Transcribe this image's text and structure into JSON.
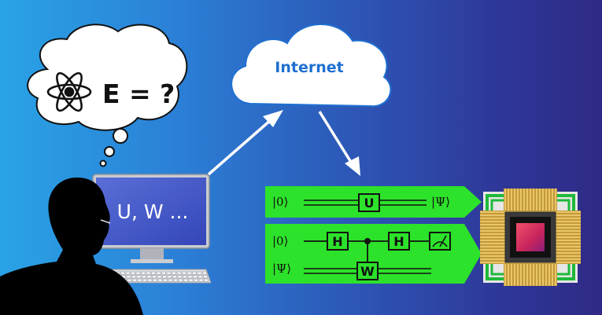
{
  "cloud": {
    "label": "Internet"
  },
  "thought": {
    "icon": "atom-icon",
    "equation": "E = ?"
  },
  "computer": {
    "screen_text": "U, W ..."
  },
  "circuit_top": {
    "input_ket": "|0⟩",
    "gate": "U",
    "output_ket": "|Ψ⟩"
  },
  "circuit_bottom": {
    "q1_ket": "|0⟩",
    "q2_ket": "|Ψ⟩",
    "gate_h1": "H",
    "gate_h2": "H",
    "gate_w": "W",
    "measure_icon": "meter-icon"
  },
  "chip": {
    "icon": "quantum-chip-icon"
  },
  "colors": {
    "circuit_green": "#2de22a",
    "cloud": "#ffffff",
    "internet_text": "#1f6fd1",
    "screen_blue": "#4257c9",
    "chip_core": "#d6245a",
    "silhouette": "#000000"
  }
}
